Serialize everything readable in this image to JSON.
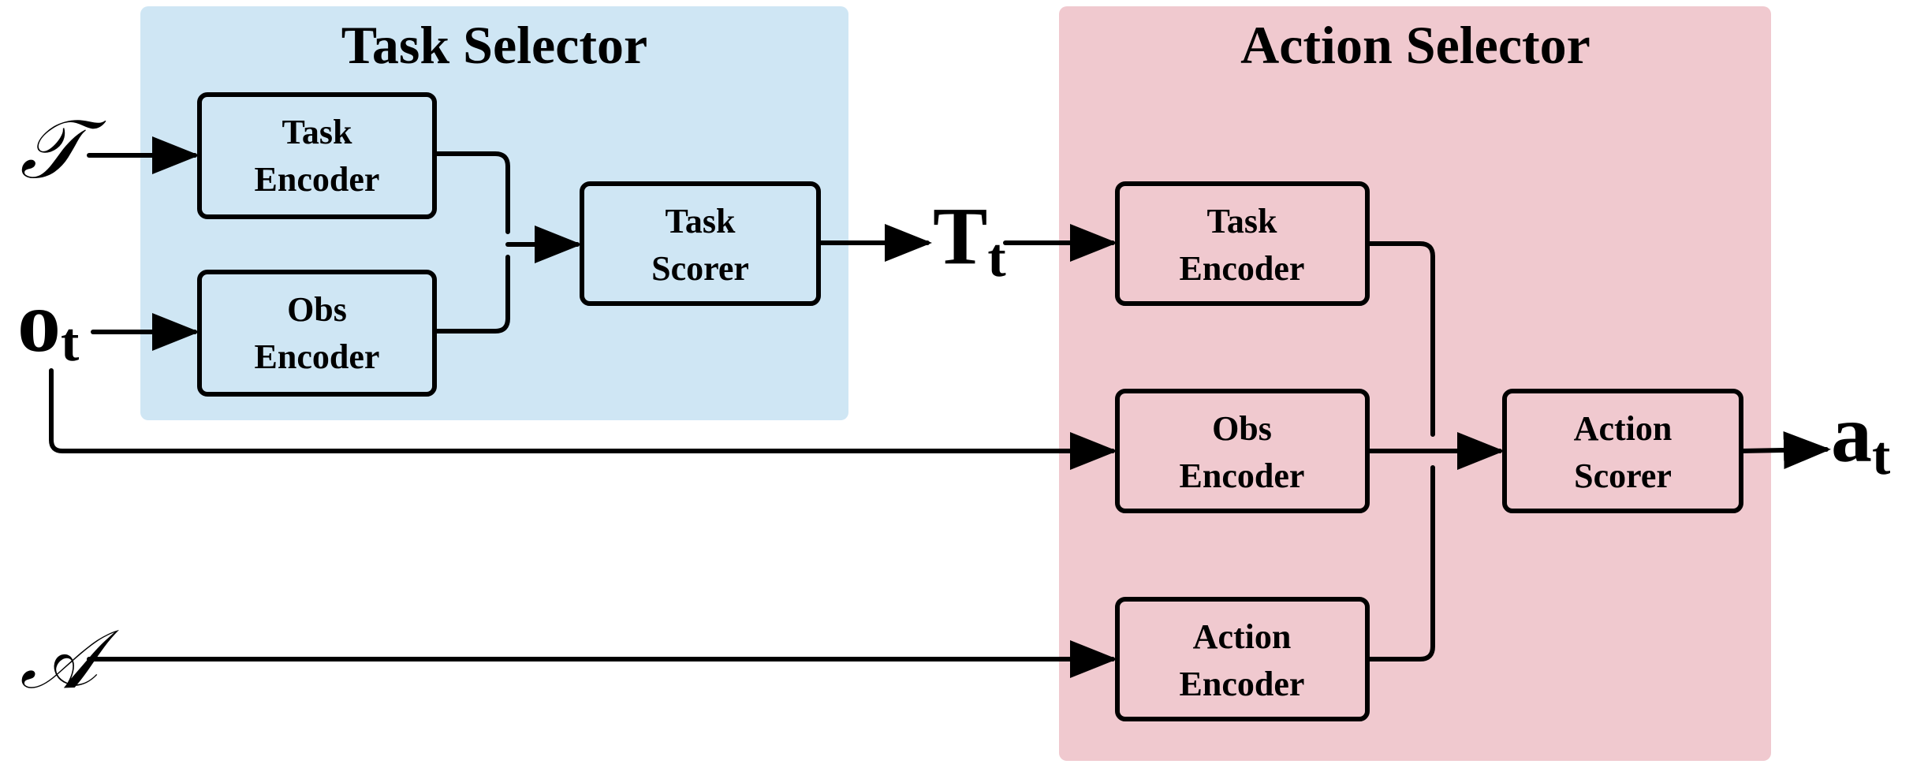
{
  "colors": {
    "task_selector_bg": "#cfe6f4",
    "action_selector_bg": "#f0c9cf",
    "stroke": "#000000"
  },
  "task_selector": {
    "title": "Task Selector",
    "task_encoder": [
      "Task",
      "Encoder"
    ],
    "obs_encoder": [
      "Obs",
      "Encoder"
    ],
    "task_scorer": [
      "Task",
      "Scorer"
    ]
  },
  "action_selector": {
    "title": "Action Selector",
    "task_encoder": [
      "Task",
      "Encoder"
    ],
    "obs_encoder": [
      "Obs",
      "Encoder"
    ],
    "action_encoder": [
      "Action",
      "Encoder"
    ],
    "action_scorer": [
      "Action",
      "Scorer"
    ]
  },
  "symbols": {
    "task_set": "𝒯",
    "observation_base": "o",
    "observation_sub": "t",
    "action_set": "𝒜",
    "selected_task_base": "T",
    "selected_task_sub": "t",
    "action_base": "a",
    "action_sub": "t"
  }
}
